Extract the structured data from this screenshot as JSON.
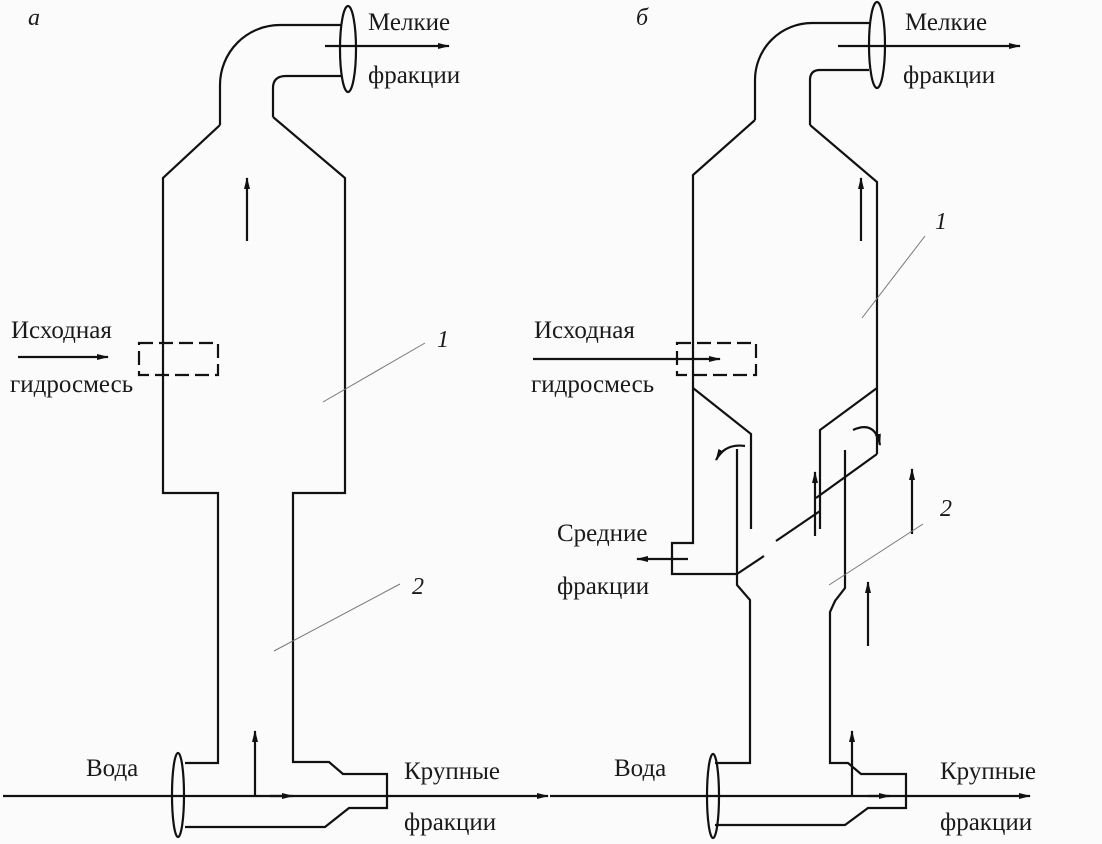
{
  "diagram": {
    "type": "hydraulic classifier schematic",
    "panels": [
      {
        "id": "a",
        "letter": "а",
        "labels": {
          "fine_top": "Мелкие",
          "fine_bottom": "фракции",
          "feed_top": "Исходная",
          "feed_bottom": "гидросмесь",
          "water": "Вода",
          "coarse_top": "Крупные",
          "coarse_bottom": "фракции"
        },
        "callouts": [
          "1",
          "2"
        ]
      },
      {
        "id": "b",
        "letter": "б",
        "labels": {
          "fine_top": "Мелкие",
          "fine_bottom": "фракции",
          "feed_top": "Исходная",
          "feed_bottom": "гидросмесь",
          "medium_top": "Средние",
          "medium_bottom": "фракции",
          "water": "Вода",
          "coarse_top": "Крупные",
          "coarse_bottom": "фракции"
        },
        "callouts": [
          "1",
          "2"
        ]
      }
    ]
  }
}
